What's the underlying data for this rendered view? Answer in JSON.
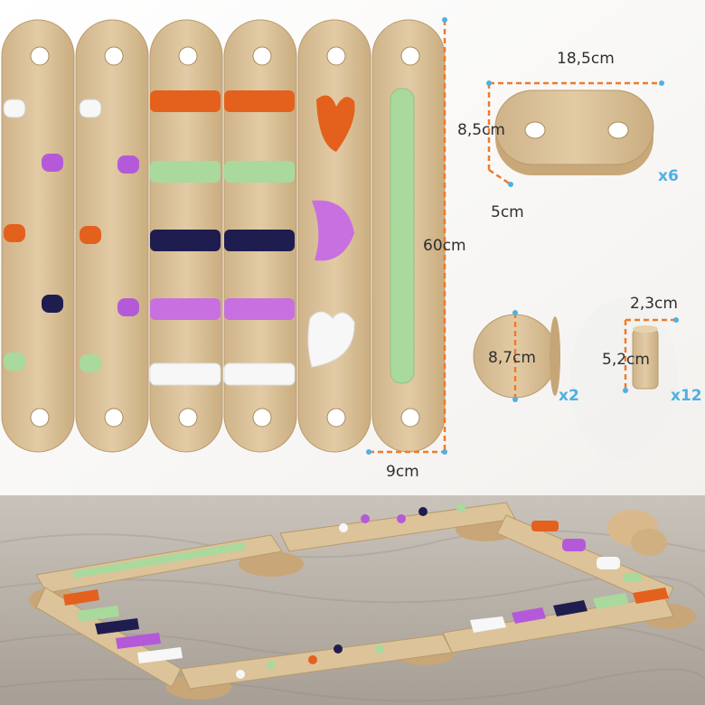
{
  "dimensions": {
    "board_length": "60cm",
    "board_width": "9cm",
    "base_length": "18,5cm",
    "base_width": "8,5cm",
    "base_height": "5cm",
    "disc_diameter": "8,7cm",
    "peg_diameter": "2,3cm",
    "peg_length": "5,2cm"
  },
  "quantities": {
    "base": "x6",
    "disc": "x2",
    "peg": "x12"
  },
  "colors": {
    "orange": "#e3611c",
    "green": "#a9d99c",
    "navy": "#1f1d4f",
    "purple": "#b45ad8",
    "white": "#f7f7f7",
    "wood": "#dcc39a",
    "guide": "#f07a2a",
    "quantity": "#4fb0e3"
  }
}
